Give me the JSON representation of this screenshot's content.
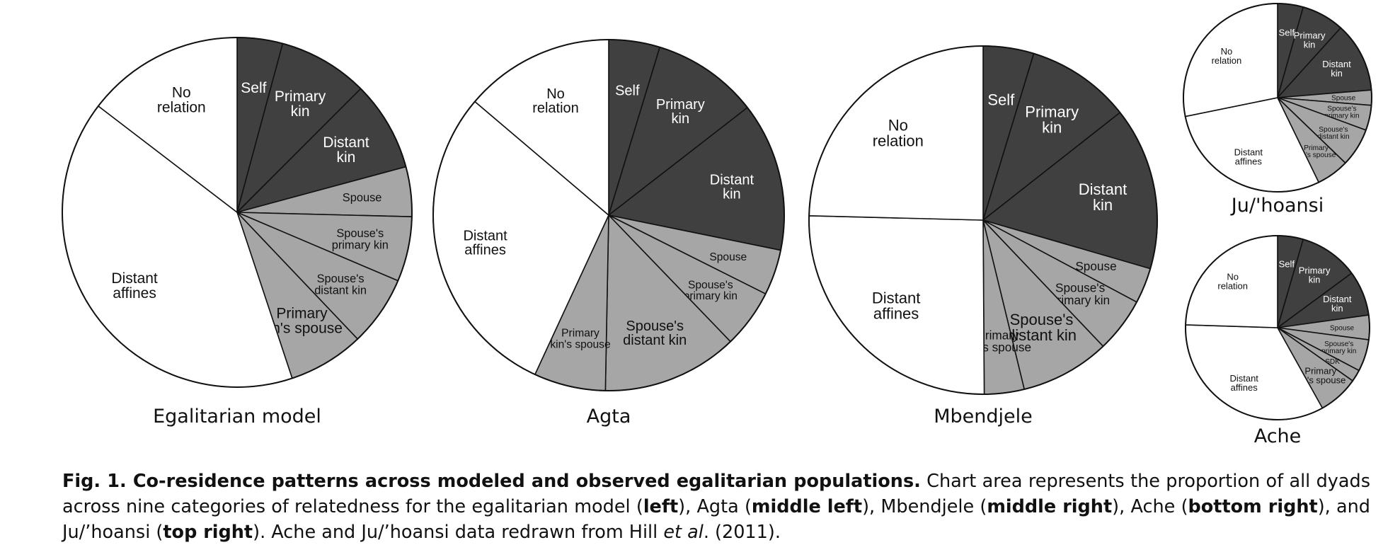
{
  "colors": {
    "kin": "#404040",
    "affine": "#a6a6a6",
    "none": "#ffffff",
    "kin_text": "#ffffff",
    "other_text": "#111111"
  },
  "caption": {
    "fig_label": "Fig. 1. Co-residence patterns across modeled and observed egalitarian populations.",
    "t1": " Chart area represents the proportion of all dyads across nine categories of relatedness for the egalitarian model (",
    "b1": "left",
    "t2": "), Agta (",
    "b2": "middle left",
    "t3": "), Mbendjele (",
    "b3": "middle right",
    "t4": "), Ache (",
    "b4": "bottom right",
    "t5": "), and Ju/’hoansi (",
    "b5": "top right",
    "t6": "). Ache and Ju/’hoansi data redrawn from Hill ",
    "i1": "et al",
    "t7": ". (2011)."
  },
  "chart_data": [
    {
      "type": "pie",
      "title": "Egalitarian model",
      "slices": [
        {
          "label": "Self",
          "value": 4.2,
          "group": "kin"
        },
        {
          "label": "Primary kin",
          "value": 8.3,
          "group": "kin"
        },
        {
          "label": "Distant kin",
          "value": 8.3,
          "group": "kin"
        },
        {
          "label": "Spouse",
          "value": 4.6,
          "group": "affine"
        },
        {
          "label": "Spouse's primary kin",
          "value": 6.0,
          "group": "affine"
        },
        {
          "label": "Spouse's distant kin",
          "value": 6.5,
          "group": "affine"
        },
        {
          "label": "Primary kin's spouse",
          "value": 7.0,
          "group": "affine"
        },
        {
          "label": "Distant affines",
          "value": 40.5,
          "group": "none"
        },
        {
          "label": "No relation",
          "value": 14.6,
          "group": "none"
        }
      ]
    },
    {
      "type": "pie",
      "title": "Agta",
      "slices": [
        {
          "label": "Self",
          "value": 4.7,
          "group": "kin"
        },
        {
          "label": "Primary kin",
          "value": 9.8,
          "group": "kin"
        },
        {
          "label": "Distant kin",
          "value": 13.7,
          "group": "kin"
        },
        {
          "label": "Spouse",
          "value": 4.2,
          "group": "affine"
        },
        {
          "label": "Spouse's primary kin",
          "value": 5.4,
          "group": "affine"
        },
        {
          "label": "Spouse's distant kin",
          "value": 12.5,
          "group": "affine"
        },
        {
          "label": "Primary kin's spouse",
          "value": 6.6,
          "group": "affine"
        },
        {
          "label": "Distant affines",
          "value": 29.3,
          "group": "none"
        },
        {
          "label": "No relation",
          "value": 13.8,
          "group": "none"
        }
      ]
    },
    {
      "type": "pie",
      "title": "Mbendjele",
      "slices": [
        {
          "label": "Self",
          "value": 4.7,
          "group": "kin"
        },
        {
          "label": "Primary kin",
          "value": 9.7,
          "group": "kin"
        },
        {
          "label": "Distant kin",
          "value": 15.1,
          "group": "kin"
        },
        {
          "label": "Spouse",
          "value": 3.3,
          "group": "affine"
        },
        {
          "label": "Spouse's primary kin",
          "value": 5.1,
          "group": "affine"
        },
        {
          "label": "Spouse's distant kin",
          "value": 8.3,
          "group": "affine"
        },
        {
          "label": "Primary kin's spouse",
          "value": 3.7,
          "group": "affine"
        },
        {
          "label": "Distant affines",
          "value": 25.5,
          "group": "none"
        },
        {
          "label": "No relation",
          "value": 24.6,
          "group": "none"
        }
      ]
    },
    {
      "type": "pie",
      "title": "Ju/'hoansi",
      "slices": [
        {
          "label": "Self",
          "value": 4.4,
          "group": "kin"
        },
        {
          "label": "Primary kin",
          "value": 7.3,
          "group": "kin"
        },
        {
          "label": "Distant kin",
          "value": 12.0,
          "group": "kin"
        },
        {
          "label": "Spouse",
          "value": 2.6,
          "group": "affine"
        },
        {
          "label": "Spouse's primary kin",
          "value": 4.3,
          "group": "affine"
        },
        {
          "label": "Spouse's distant kin",
          "value": 6.6,
          "group": "affine"
        },
        {
          "label": "Primary kin's spouse",
          "value": 5.6,
          "group": "affine"
        },
        {
          "label": "Distant affines",
          "value": 29.0,
          "group": "none"
        },
        {
          "label": "No relation",
          "value": 28.2,
          "group": "none"
        }
      ]
    },
    {
      "type": "pie",
      "title": "Ache",
      "slices": [
        {
          "label": "Self",
          "value": 4.5,
          "group": "kin"
        },
        {
          "label": "Primary kin",
          "value": 10.4,
          "group": "kin"
        },
        {
          "label": "Distant kin",
          "value": 7.9,
          "group": "kin"
        },
        {
          "label": "Spouse",
          "value": 4.3,
          "group": "affine"
        },
        {
          "label": "Spouse's primary kin",
          "value": 5.6,
          "group": "affine"
        },
        {
          "label": "SDK",
          "value": 2.1,
          "group": "affine"
        },
        {
          "label": "Primary kin's spouse",
          "value": 7.1,
          "group": "affine"
        },
        {
          "label": "Distant affines",
          "value": 33.6,
          "group": "none"
        },
        {
          "label": "No relation",
          "value": 24.5,
          "group": "none"
        }
      ]
    }
  ]
}
